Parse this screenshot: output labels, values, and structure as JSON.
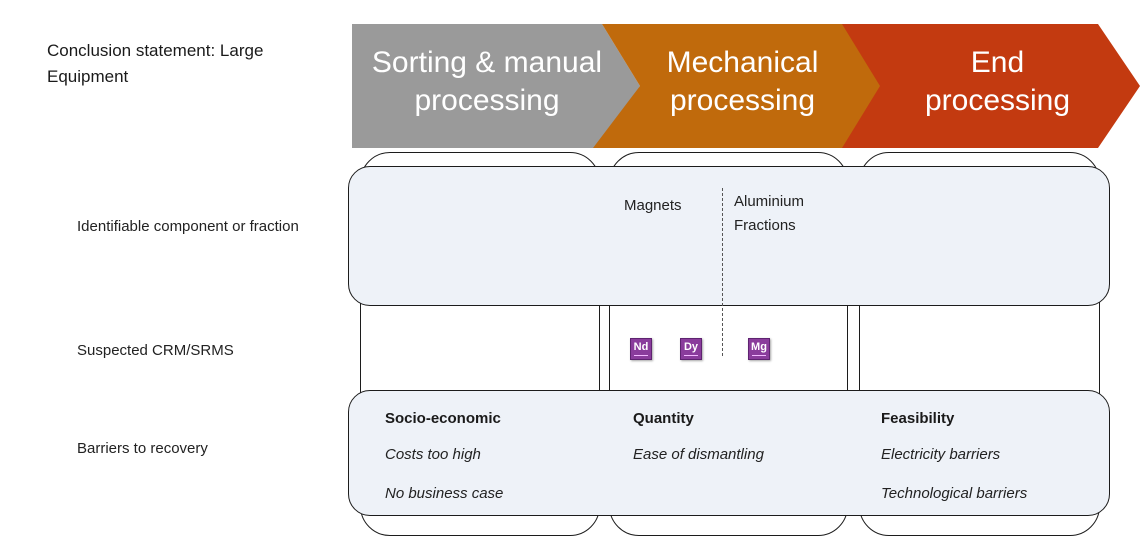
{
  "title": "Conclusion statement: Large Equipment",
  "stages": [
    {
      "label": "Sorting & manual processing",
      "color": "#9a9a9a"
    },
    {
      "label": "Mechanical processing",
      "color": "#c06a0c"
    },
    {
      "label": "End processing",
      "color": "#c33a10"
    }
  ],
  "rows": {
    "components": "Identifiable component or fraction",
    "crm": "Suspected CRM/SRMS",
    "barriers": "Barriers to recovery"
  },
  "components": {
    "magnets": "Magnets",
    "aluminium": "Aluminium Fractions"
  },
  "elements": [
    {
      "symbol": "Nd",
      "color": "#8a3c9c"
    },
    {
      "symbol": "Dy",
      "color": "#8a3c9c"
    },
    {
      "symbol": "Mg",
      "color": "#8a3c9c"
    }
  ],
  "barriers": [
    {
      "heading": "Socio-economic",
      "items": [
        "Costs too high",
        "No business case"
      ]
    },
    {
      "heading": "Quantity",
      "items": [
        "Ease of dismantling"
      ]
    },
    {
      "heading": "Feasibility",
      "items": [
        "Electricity barriers",
        "Technological barriers"
      ]
    }
  ]
}
